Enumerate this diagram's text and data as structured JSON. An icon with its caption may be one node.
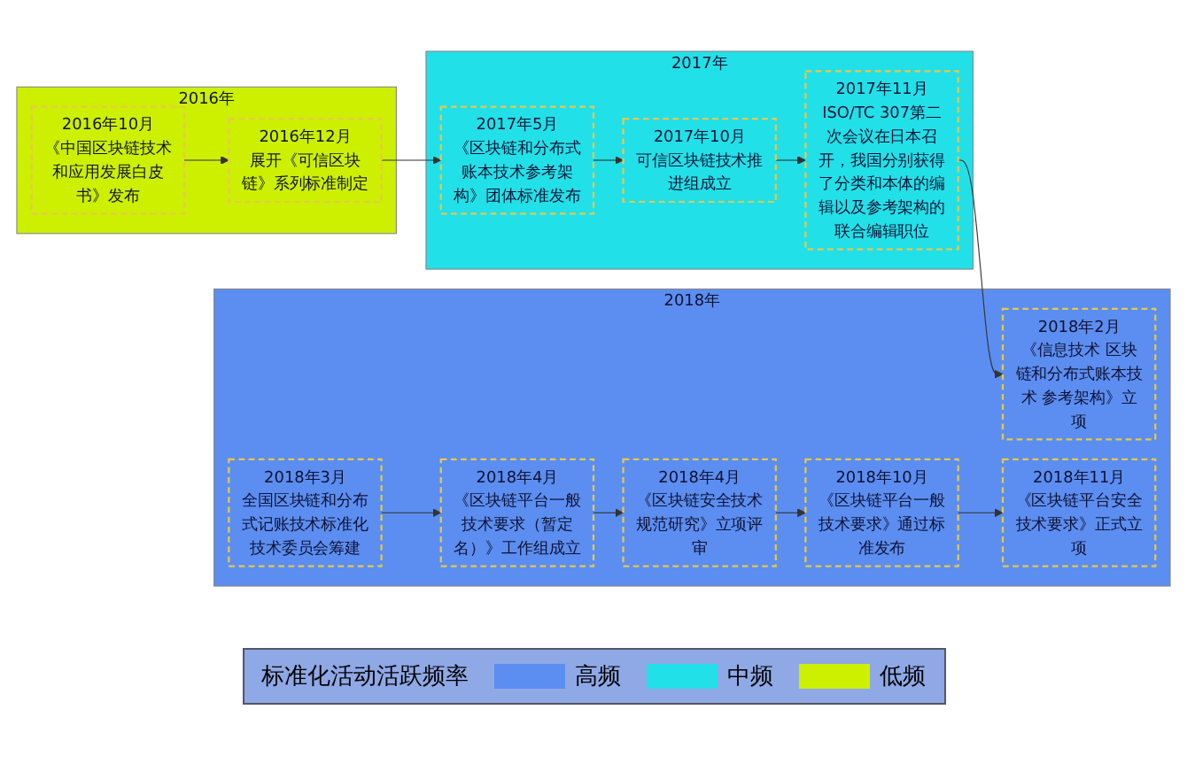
{
  "diagram": {
    "nodes": [
      {
        "text": [
          "2016年"
        ]
      },
      {
        "text": [
          "2016年10月",
          "《中国区块链技术和应用发展白皮书》发布"
        ],
        "in": 0
      },
      {
        "text": [
          "2016年12月",
          "展开《可信区块链》系列标准制定"
        ],
        "in": 0
      },
      {
        "text": [
          "2017年"
        ]
      },
      {
        "text": [
          "2017年5月",
          "《区块链和分布式账本技术参考架构》团体标准发布"
        ],
        "in": 3
      },
      {
        "text": [
          "2017年10月",
          "可信区块链技术推进组成立"
        ],
        "in": 3
      },
      {
        "text": [
          "2017年11月",
          "ISO/TC 307第二次会议在日本召开，我国分别获得了分类和本体的编辑以及参考架构的联合编辑职位"
        ],
        "in": 3
      },
      {
        "text": [
          "2018年"
        ]
      },
      {
        "text": [
          "2018年2月",
          "《信息技术 区块链和分布式账本技术 参考架构》立项"
        ],
        "in": 7
      },
      {
        "text": [
          "2018年11月",
          "《区块链平台安全技术要求》正式立项"
        ],
        "in": 7
      },
      {
        "text": [
          "2018年4月",
          "《区块链安全技术规范研究》立项评审"
        ],
        "in": 7
      },
      {
        "text": [
          "2018年3月",
          "全国区块链和分布式记账技术标准化技术委员会筹建"
        ],
        "in": 7
      },
      {
        "text": [
          "2018年10月",
          "《区块链平台一般技术要求》通过标准发布"
        ],
        "in": 7
      },
      {
        "text": [
          "2018年4月",
          "《区块链平台一般技术要求（暂定名）》工作组成立"
        ],
        "in": 7
      }
    ],
    "edges": [
      {
        "from": 1,
        "to": 2,
        "arrow": "to"
      },
      {
        "from": 2,
        "to": 4,
        "arrow": "to"
      },
      {
        "from": 4,
        "to": 5,
        "arrow": "to"
      },
      {
        "from": 5,
        "to": 6,
        "arrow": "to"
      },
      {
        "from": 6,
        "to": 8,
        "arrow": "to"
      },
      {
        "from": 11,
        "to": 13,
        "arrow": "to"
      },
      {
        "from": 13,
        "to": 10,
        "arrow": "to"
      },
      {
        "from": 10,
        "to": 12,
        "arrow": "to"
      },
      {
        "from": 12,
        "to": 9,
        "arrow": "to"
      }
    ],
    "labels": [
      "标准化活动活跃频率"
    ],
    "legend": [
      {
        "text": "高频",
        "color": "#5b8ef0"
      },
      {
        "text": "中频",
        "color": "#22e0e8"
      },
      {
        "text": "低频",
        "color": "#ccf000"
      }
    ]
  }
}
